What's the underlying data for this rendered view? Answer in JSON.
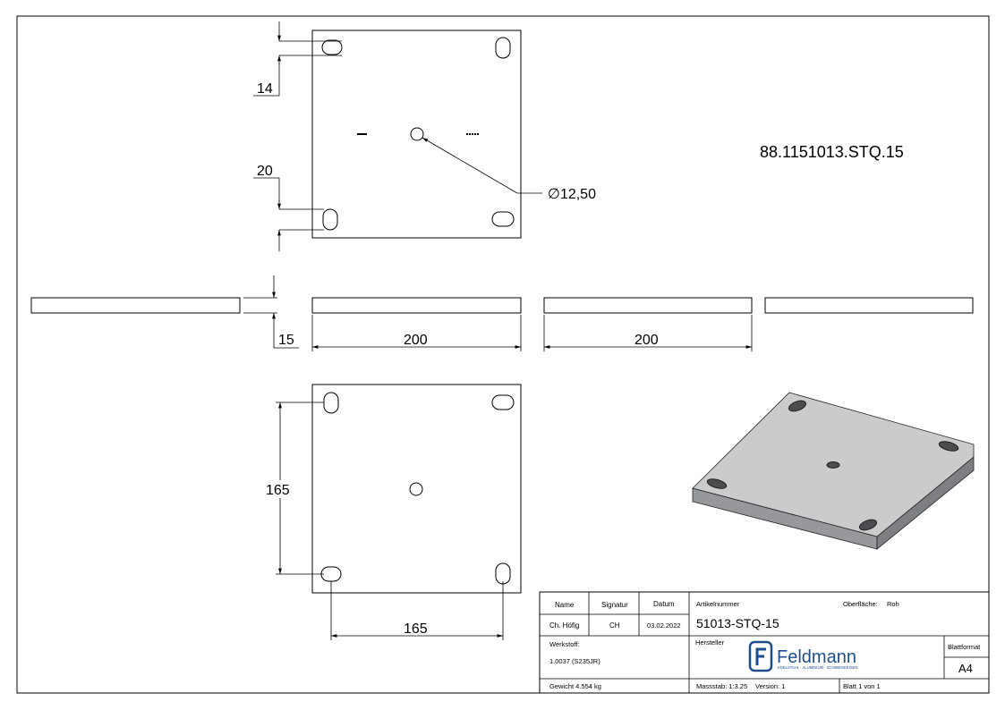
{
  "drawing": {
    "part_number": "88.1151013.STQ.15",
    "dimensions": {
      "slot_offset_top": "14",
      "slot_offset_side": "20",
      "hole_diameter": "∅12,50",
      "thickness": "15",
      "width_front": "200",
      "width_side": "200",
      "hole_spacing_vertical": "165",
      "hole_spacing_horizontal": "165"
    }
  },
  "title_block": {
    "headers": {
      "name": "Name",
      "signature": "Signatur",
      "date": "Datum"
    },
    "row": {
      "name": "Ch. Höfig",
      "signature": "CH",
      "date": "03.02.2022"
    },
    "article_label": "Artikelnummer",
    "article_number": "51013-STQ-15",
    "surface_label": "Oberfläche:",
    "surface_value": "Roh",
    "material_label": "Werkstoff:",
    "material_value": "1.0037 (S235JR)",
    "manufacturer_label": "Hersteller",
    "brand_name": "Feldmann",
    "brand_tagline": "EDELSTAHL · ALUMINIUM · SCHMIEDEEISEN",
    "sheet_format_label": "Blattformat",
    "sheet_format_value": "A4",
    "weight": "Gewicht 4.554 kg",
    "scale": "Massstab: 1:3.25",
    "version": "Version: 1",
    "sheet": "Blatt 1 von 1"
  },
  "colors": {
    "line": "#000000",
    "plate_top": "#c9cbcd",
    "plate_side": "#7d7f82",
    "plate_front": "#96989b",
    "hole_dark": "#4a4c4f",
    "brand_blue": "#1f4e8c"
  }
}
